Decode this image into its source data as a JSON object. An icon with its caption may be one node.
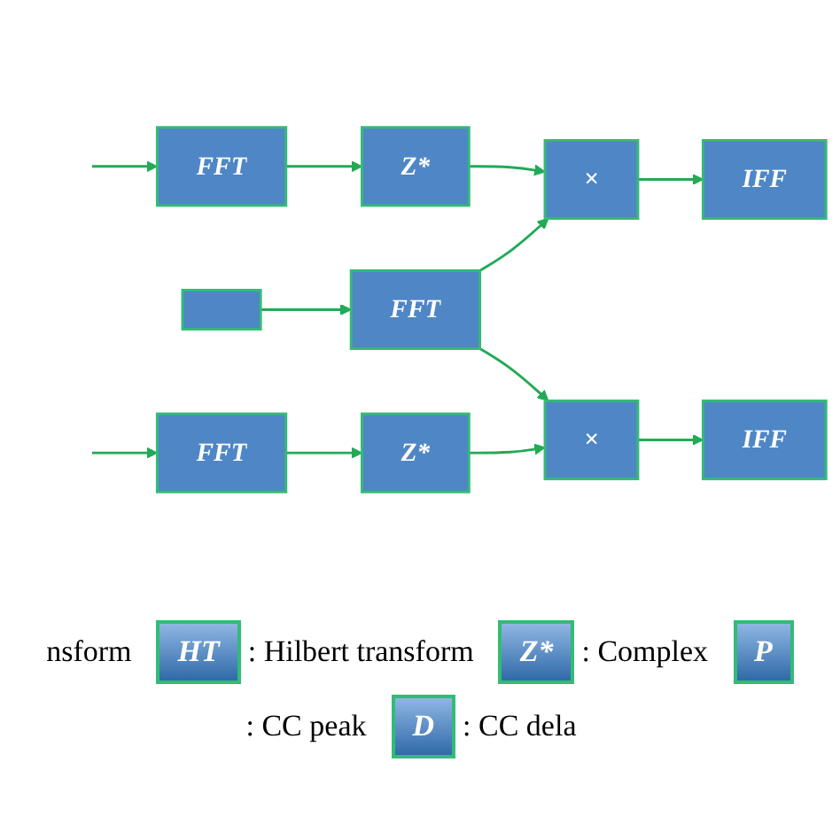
{
  "diagram": {
    "nodes": [
      {
        "text": [
          "FFT"
        ]
      },
      {
        "text": [
          "Z*"
        ]
      },
      {
        "text": [
          "×"
        ]
      },
      {
        "text": [
          "IFF"
        ]
      },
      {
        "text": [],
        "shape": "box"
      },
      {
        "text": [
          "FFT"
        ]
      },
      {
        "text": [
          "FFT"
        ]
      },
      {
        "text": [
          "Z*"
        ]
      },
      {
        "text": [
          "×"
        ]
      },
      {
        "text": [
          "IFF"
        ]
      }
    ],
    "edges": [
      {
        "from": null,
        "to": 0,
        "arrow": "to"
      },
      {
        "from": 0,
        "to": 1,
        "arrow": "to"
      },
      {
        "from": 1,
        "to": 2,
        "arrow": "to"
      },
      {
        "from": 5,
        "to": 2,
        "arrow": "to"
      },
      {
        "from": 2,
        "to": 3,
        "arrow": "to"
      },
      {
        "from": 4,
        "to": 5,
        "arrow": "to"
      },
      {
        "from": null,
        "to": 6,
        "arrow": "to"
      },
      {
        "from": 6,
        "to": 7,
        "arrow": "to"
      },
      {
        "from": 5,
        "to": 8,
        "arrow": "to"
      },
      {
        "from": 7,
        "to": 8,
        "arrow": "to"
      },
      {
        "from": 8,
        "to": 9,
        "arrow": "to"
      }
    ],
    "labels": [
      "nsform",
      "HT",
      ": Hilbert transform",
      "Z*",
      ": Complex",
      "P",
      ": CC peak",
      "D",
      ": CC dela"
    ]
  }
}
